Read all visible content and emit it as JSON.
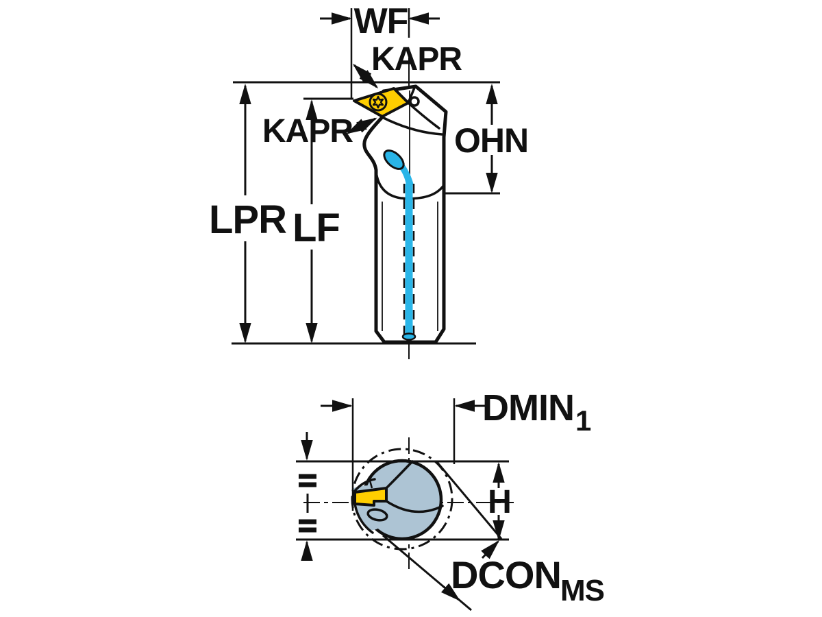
{
  "title": "Boring bar dimensional drawing",
  "labels": {
    "wf": "WF",
    "kapr_top": "KAPR",
    "kapr_side": "KAPR",
    "ohn": "OHN",
    "lpr": "LPR",
    "lf": "LF",
    "dmin_base": "DMIN",
    "dmin_sub": "1",
    "h": "H",
    "dcon_base": "DCON",
    "dcon_sub": "MS"
  },
  "colors": {
    "body": "#ADC4D4",
    "insert": "#FFCE00",
    "coolant": "#29B5E8",
    "line": "#111111",
    "background": "#FFFFFF"
  }
}
